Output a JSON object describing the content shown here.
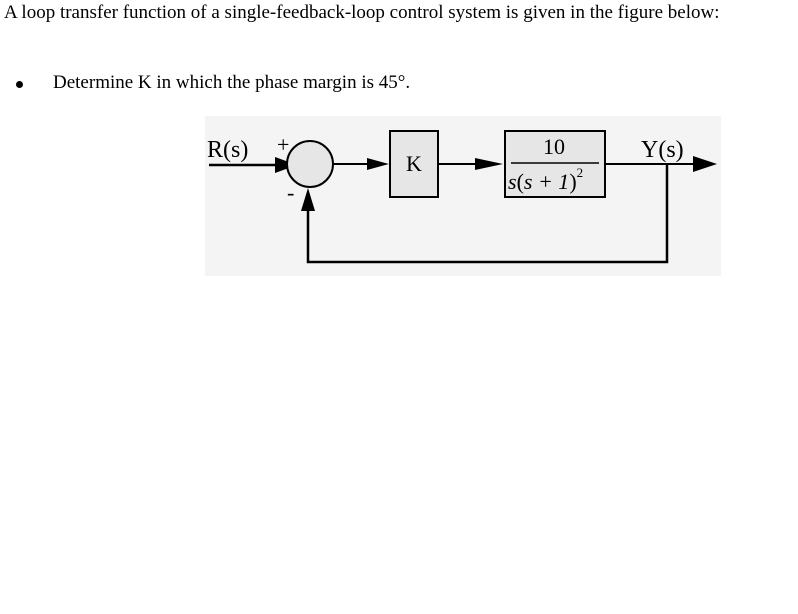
{
  "question": {
    "intro": "A loop transfer function of a single-feedback-loop control system is given in the figure below:",
    "bullet": "Determine K in which the phase margin is 45°."
  },
  "diagram": {
    "input_label": "R(s)",
    "output_label": "Y(s)",
    "plus_sign": "+",
    "minus_sign": "-",
    "gain_block": "K",
    "plant_numerator": "10",
    "plant_denominator_s": "s",
    "plant_denominator_open": "(",
    "plant_denominator_inner": "s + 1",
    "plant_denominator_close": ")",
    "plant_exponent": "2"
  }
}
